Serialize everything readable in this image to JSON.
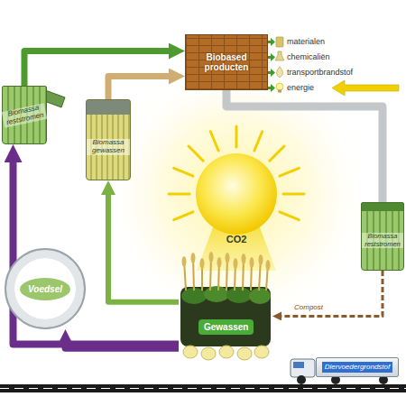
{
  "diagram": {
    "nodes": [
      {
        "text": [
          "Biobased producten"
        ]
      },
      {
        "text": [
          "Biomassa reststromen"
        ]
      },
      {
        "text": [
          "Biomassa gewassen"
        ]
      },
      {
        "text": [
          "Biomassa reststromen"
        ]
      },
      {
        "text": [
          "Voedsel"
        ]
      },
      {
        "text": [
          "Gewassen"
        ]
      },
      {
        "text": [
          "Diervoedergrondstof"
        ]
      }
    ],
    "edges": [
      {
        "from": 1,
        "to": 0,
        "arrow": "to"
      },
      {
        "from": 2,
        "to": 0,
        "arrow": "to"
      },
      {
        "from": 0,
        "to": 3,
        "arrow": "none"
      },
      {
        "from": 3,
        "to": 5,
        "label": "Compost",
        "arrow": "to"
      },
      {
        "from": 5,
        "to": 2,
        "arrow": "to"
      },
      {
        "from": 5,
        "to": 4,
        "arrow": "to"
      },
      {
        "from": 5,
        "to": 1,
        "arrow": "to"
      }
    ],
    "labels": [
      "CO2"
    ],
    "legend": [
      {
        "text": "materialen"
      },
      {
        "text": "chemicaliën"
      },
      {
        "text": "transportbrandstof"
      },
      {
        "text": "energie"
      }
    ]
  }
}
